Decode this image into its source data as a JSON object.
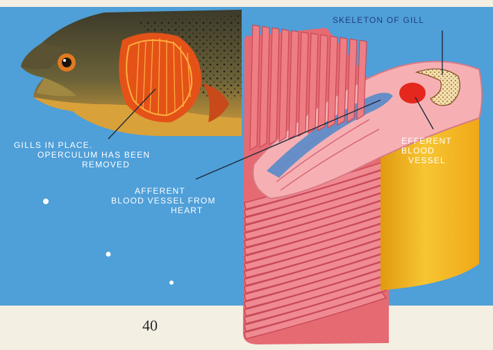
{
  "colors": {
    "background_blue": "#4f9fd8",
    "paper": "#f3efe3",
    "gill_pink": "#ef7e84",
    "gill_light": "#f6b0b4",
    "efferent_vessel_red": "#e4281e",
    "afferent_vessel_blue": "#5f8cc8",
    "skeleton_cream": "#f1d7a0",
    "cartilage_yellow": "#f5b81a",
    "fish_body": "#4a4630",
    "fish_belly": "#d9a13a",
    "label_white": "#ffffff",
    "label_navy": "#1f3f78"
  },
  "labels": {
    "skeleton": "SKELETON OF GILL",
    "gills_in_place": [
      "GILLS IN PLACE.",
      "OPERCULUM HAS BEEN",
      "REMOVED"
    ],
    "efferent": [
      "EFFERENT",
      "BLOOD",
      "VESSEL"
    ],
    "afferent": [
      "AFFERENT",
      "BLOOD VESSEL FROM",
      "HEART"
    ]
  },
  "page_number": "40",
  "icons": {
    "fish": "trout-head-icon",
    "gill": "gill-arch-cross-section-icon"
  }
}
